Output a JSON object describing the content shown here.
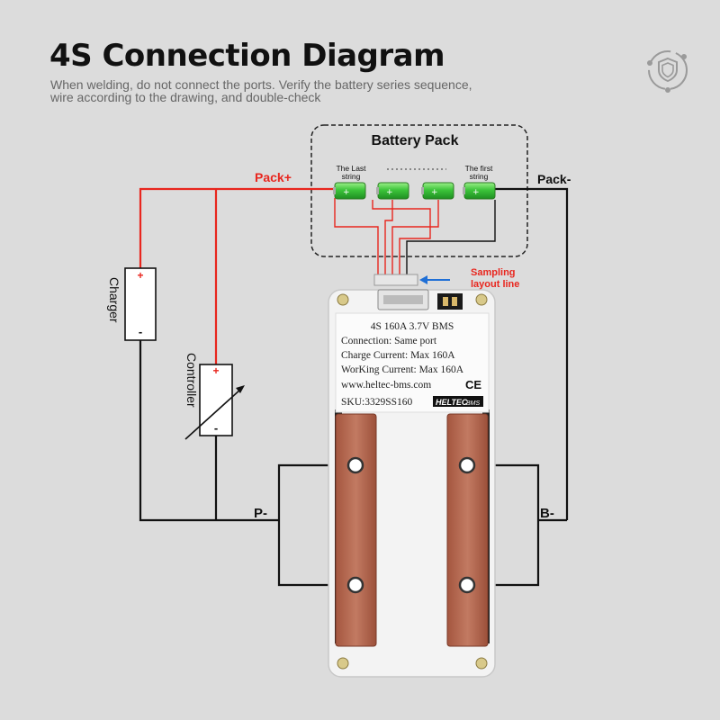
{
  "header": {
    "title": "4S Connection Diagram",
    "subtitle_line1": "When welding, do not connect the ports. Verify the battery series sequence,",
    "subtitle_line2": "wire according to the drawing, and double-check"
  },
  "battery_pack": {
    "title": "Battery Pack",
    "last_string_line1": "The Last",
    "last_string_line2": "string",
    "first_string_line1": "The first",
    "first_string_line2": "string",
    "cell_count": 4
  },
  "labels": {
    "pack_plus": "Pack+",
    "pack_minus": "Pack-",
    "sampling_line1": "Sampling",
    "sampling_line2": "layout line",
    "charger": "Charger",
    "controller": "Controller",
    "plus": "+",
    "minus": "-",
    "p_minus": "P-",
    "b_minus": "B-"
  },
  "bms_label": {
    "model": "4S 160A 3.7V BMS",
    "connection": "Connection:  Same port",
    "charge_current": "Charge Current:   Max 160A",
    "working_current": "WorKing Current:  Max 160A",
    "website": "www.heltec-bms.com",
    "ce": "CE",
    "sku": "SKU:3329SS160",
    "brand": "HELTEC",
    "brand_suffix": "BMS"
  },
  "colors": {
    "red_wire": "#e8261e",
    "black_wire": "#111111",
    "blue_arrow": "#1f6fd6",
    "cell_green": "#3cc43a",
    "copper": "#b5664e",
    "pcb_board": "#f3f3f3"
  },
  "icons": {
    "logo": "shield-logo-icon"
  }
}
